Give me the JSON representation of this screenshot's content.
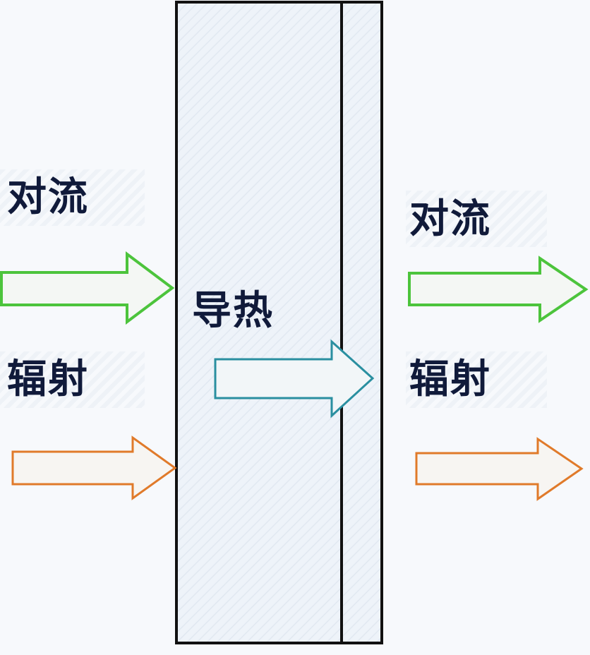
{
  "labels": {
    "left_convection": "对流",
    "left_radiation": "辐射",
    "conduction": "导热",
    "right_convection": "对流",
    "right_radiation": "辐射"
  },
  "colors": {
    "convection_arrow": "#4cc43c",
    "radiation_arrow": "#e07a2a",
    "conduction_arrow": "#2a8fa0",
    "wall_stroke": "#111111",
    "text": "#101a3a"
  },
  "icons": {
    "left_convection_arrow": "arrow-right-icon",
    "left_radiation_arrow": "arrow-right-icon",
    "conduction_arrow": "arrow-right-icon",
    "right_convection_arrow": "arrow-right-icon",
    "right_radiation_arrow": "arrow-right-icon"
  }
}
